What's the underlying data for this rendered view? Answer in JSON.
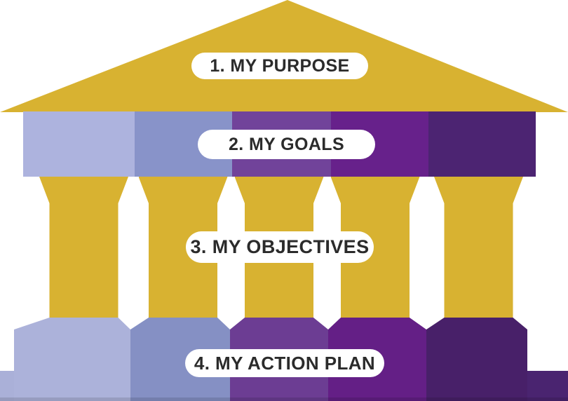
{
  "diagram": {
    "type": "temple-pillars-infographic",
    "levels": [
      {
        "id": "purpose",
        "label": "1. MY PURPOSE"
      },
      {
        "id": "goals",
        "label": "2. MY GOALS"
      },
      {
        "id": "objectives",
        "label": "3. MY OBJECTIVES"
      },
      {
        "id": "action-plan",
        "label": "4. MY ACTION PLAN"
      }
    ]
  },
  "colors": {
    "background": "#FFFFFF",
    "gold": "#D8B231",
    "pill_bg": "#FFFFFF",
    "label_text": "#2B2B2B",
    "tier_shades": [
      "#ADB3DE",
      "#8893C9",
      "#71439A",
      "#67218B",
      "#4C2472"
    ],
    "base_shades": [
      "#ACB2DA",
      "#8590C4",
      "#6C3D93",
      "#641F86",
      "#482069"
    ],
    "step_left": "#AAB0D8",
    "step_right": "#4A2470"
  }
}
